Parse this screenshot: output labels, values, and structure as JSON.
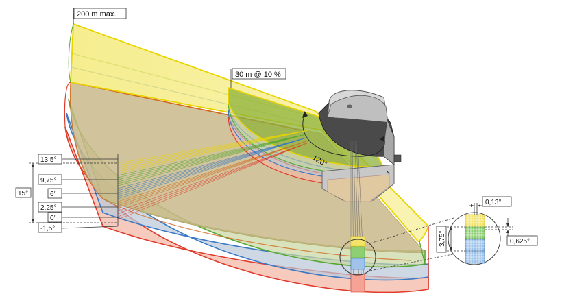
{
  "labels": {
    "range_max": "200 m max.",
    "range_10pct": "30 m @ 10 %",
    "fov": "120°",
    "vertical_fov": "15°",
    "angles": [
      "13,5°",
      "9,75°",
      "6°",
      "2,25°",
      "0°",
      "-1,5°"
    ],
    "h_resolution": "0,13°",
    "v_resolution": "0,625°",
    "layer_spacing": "3,75°"
  },
  "colors": {
    "yellow": "#e8d400",
    "green": "#55a832",
    "blue": "#3b79c4",
    "red": "#e03a2a",
    "sensor_dark": "#4a4a4a",
    "sensor_light": "#d8d8d8"
  }
}
